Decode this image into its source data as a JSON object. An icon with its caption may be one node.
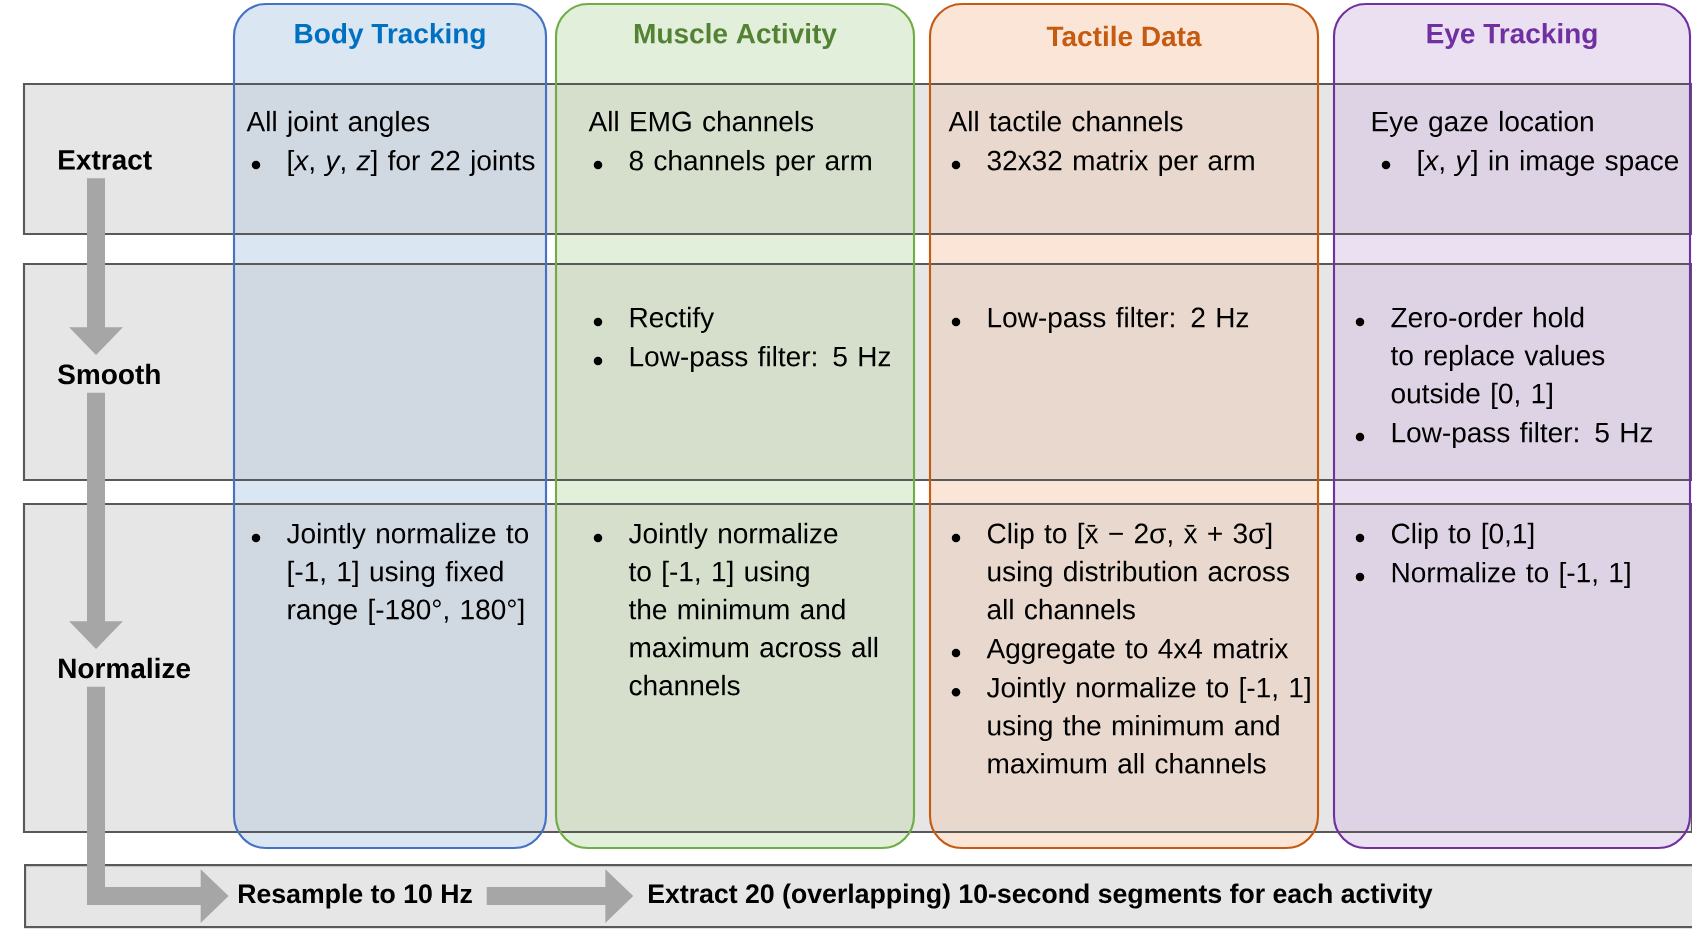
{
  "diagram": {
    "nodes": [
      {
        "text": [
          "Body Tracking"
        ]
      },
      {
        "text": [
          "Muscle Activity"
        ]
      },
      {
        "text": [
          "Tactile Data"
        ]
      },
      {
        "text": [
          "Eye Tracking"
        ]
      },
      {
        "text": [
          "Extract"
        ]
      },
      {
        "text": [
          "Smooth"
        ]
      },
      {
        "text": [
          "Normalize"
        ]
      },
      {
        "text": [],
        "shape": "bar"
      },
      {
        "text": [
          "Resample to 10 Hz"
        ],
        "in": 7
      },
      {
        "text": [
          "Extract 20 (overlapping) 10-second segments for each activity"
        ],
        "in": 7
      }
    ],
    "edges": [
      {
        "from": 4,
        "to": 5,
        "arrow": "to"
      },
      {
        "from": 5,
        "to": 6,
        "arrow": "to"
      },
      {
        "from": 6,
        "to": 8,
        "arrow": "to"
      },
      {
        "from": 8,
        "to": 9,
        "arrow": "to"
      }
    ],
    "labels": [
      "All joint angles",
      "[*x*, *y*, *z*] for 22 joints",
      "All EMG channels",
      "8 channels per arm",
      "All tactile channels",
      "32x32 matrix per arm",
      "Eye gaze location",
      "[*x*, *y*] in image space",
      "Rectify",
      "Low-pass filter: 5 Hz",
      "Low-pass filter: 2 Hz",
      "Zero-order hold to replace values outside [0, 1]",
      "Low-pass filter: 5 Hz",
      "Jointly normalize to [-1, 1] using fixed range [-180°, 180°]",
      "Jointly normalize to [-1, 1] using the minimum and maximum across all channels",
      "Clip to [x̄ − 2σ, x̄ + 3σ] using distribution across all channels",
      "Aggregate to 4x4 matrix",
      "Jointly normalize to [-1, 1] using the minimum and maximum all channels",
      "Clip to [0,1]",
      "Normalize to [-1, 1]"
    ]
  }
}
